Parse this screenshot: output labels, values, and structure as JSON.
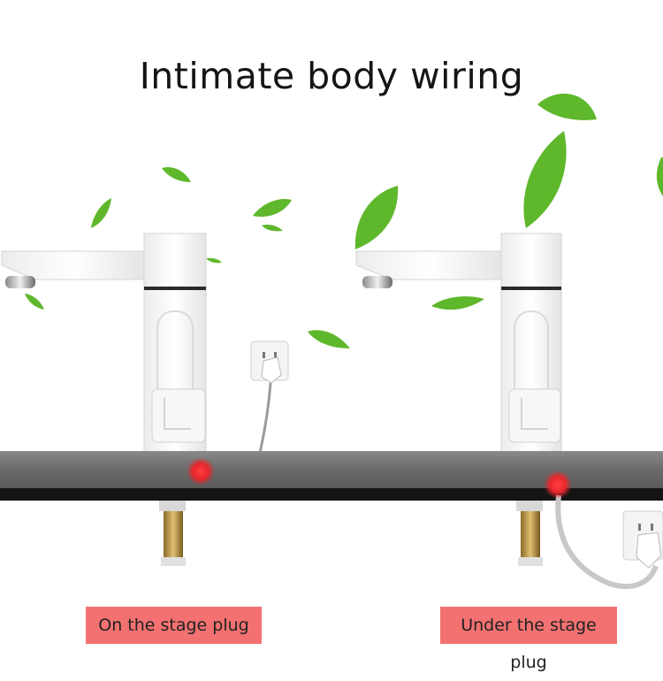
{
  "title": "Intimate body wiring",
  "labels": {
    "left": "On the stage plug",
    "right": "Under the stage plug"
  },
  "colors": {
    "countertop": "#6e6e6e",
    "indicator_dot": "#e8262c",
    "label_background": "#f37171",
    "leaf": "#5fb82c"
  }
}
